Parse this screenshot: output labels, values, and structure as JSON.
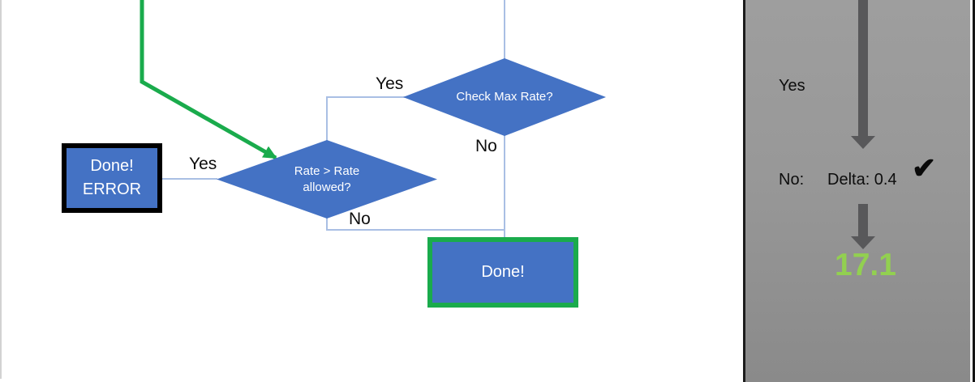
{
  "colors": {
    "shape_blue": "#4472c4",
    "connector_blue": "#a9bfe4",
    "green_accent": "#1aab4c",
    "result_green": "#92d050",
    "arrow_gray": "#58585a",
    "panel_gray_top": "#9e9e9e",
    "panel_gray_bottom": "#8a8a8a"
  },
  "flowchart": {
    "check_max": {
      "label": "Check Max Rate?",
      "yes_label": "Yes",
      "no_label": "No"
    },
    "rate_allowed": {
      "label": "Rate > Rate allowed?",
      "yes_label": "Yes",
      "no_label": "No"
    },
    "done_error_box": {
      "line1": "Done!",
      "line2": "ERROR"
    },
    "done_box": {
      "label": "Done!"
    }
  },
  "panel": {
    "yes_label": "Yes",
    "no_label": "No:",
    "delta_text": "Delta: 0.4",
    "checkmark": "✔",
    "result_value": "17.1"
  }
}
